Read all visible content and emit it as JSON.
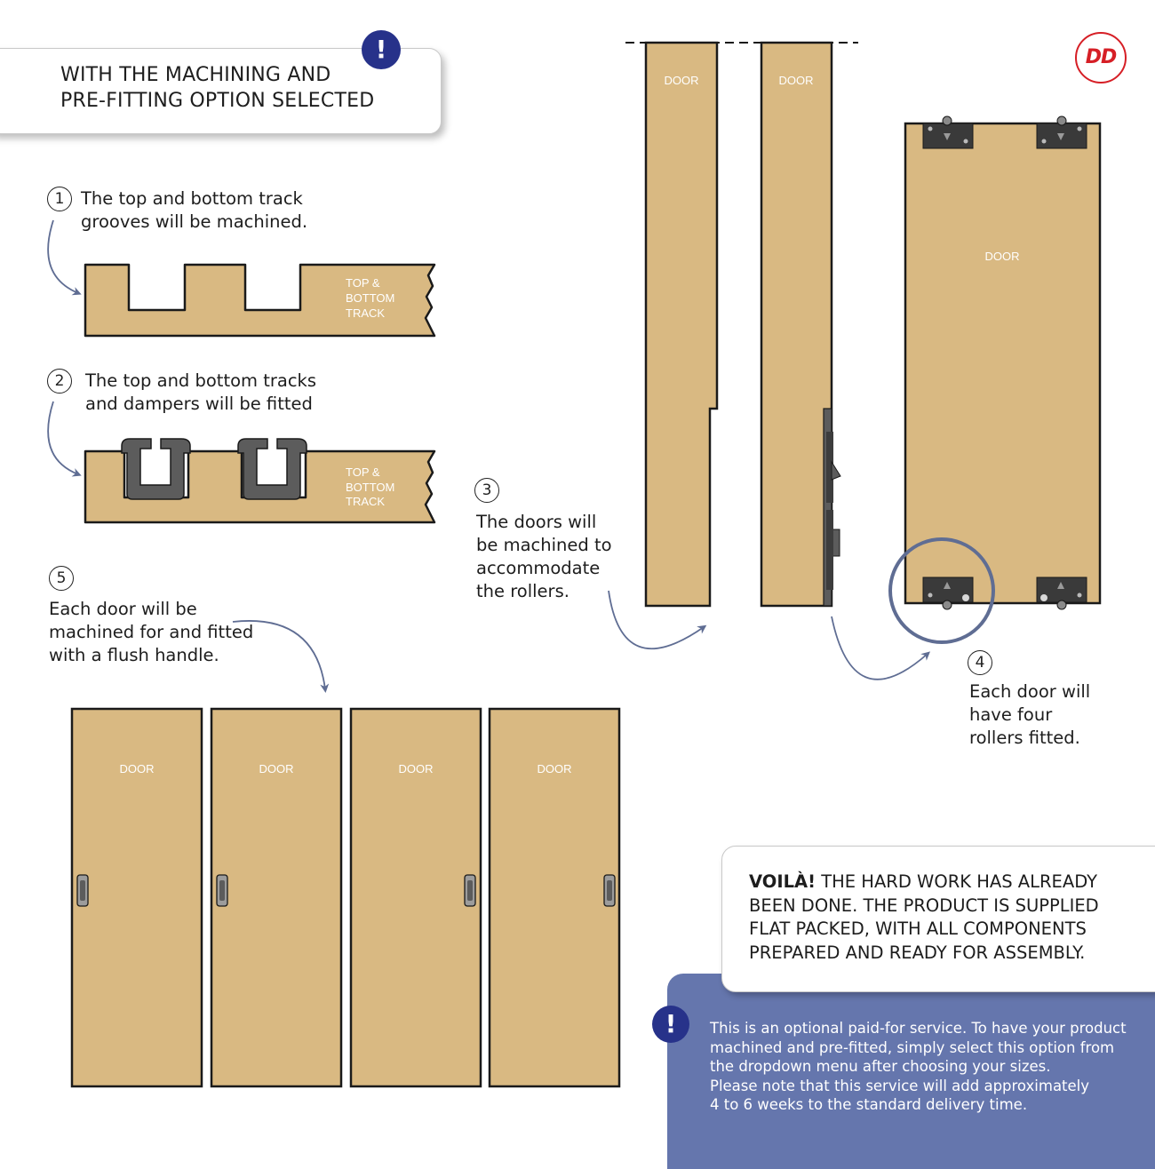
{
  "header": {
    "title_line1": "WITH THE MACHINING AND",
    "title_line2": "PRE-FITTING OPTION SELECTED",
    "alert_symbol": "!"
  },
  "logo": {
    "text": "DD",
    "color": "#d61f26"
  },
  "steps": [
    {
      "number": "1",
      "line1": "The top and bottom track",
      "line2": "grooves will be machined."
    },
    {
      "number": "2",
      "line1": "The top and bottom tracks",
      "line2": "and dampers will be fitted"
    },
    {
      "number": "3",
      "line1": "The doors will",
      "line2": "be machined to",
      "line3": "accommodate",
      "line4": "the rollers."
    },
    {
      "number": "4",
      "line1": "Each door will",
      "line2": "have four",
      "line3": "rollers fitted."
    },
    {
      "number": "5",
      "line1": "Each door will be",
      "line2": "machined for and fitted",
      "line3": "with a flush handle."
    }
  ],
  "labels": {
    "track_line1": "TOP &",
    "track_line2": "BOTTOM",
    "track_line3": "TRACK",
    "door": "DOOR"
  },
  "voila": {
    "lead": "VOILÀ!",
    "line1_rest": " THE HARD WORK HAS ALREADY",
    "line2": "BEEN DONE. THE PRODUCT IS SUPPLIED",
    "line3": "FLAT PACKED, WITH ALL COMPONENTS",
    "line4": "PREPARED AND READY FOR ASSEMBLY."
  },
  "info": {
    "alert_symbol": "!",
    "line1": "This is an optional paid-for service. To have your product",
    "line2": "machined and pre-fitted, simply select this option from",
    "line3": "the dropdown menu after choosing your sizes.",
    "line4": "Please note that this service will add approximately",
    "line5": "4 to 6 weeks to the standard delivery time."
  },
  "colors": {
    "wood": "#d9b982",
    "outline": "#1a1a1a",
    "track": "#5c5c5c",
    "arrow": "#5f6d93",
    "accent": "#27328a",
    "panel": "#6576ad"
  }
}
